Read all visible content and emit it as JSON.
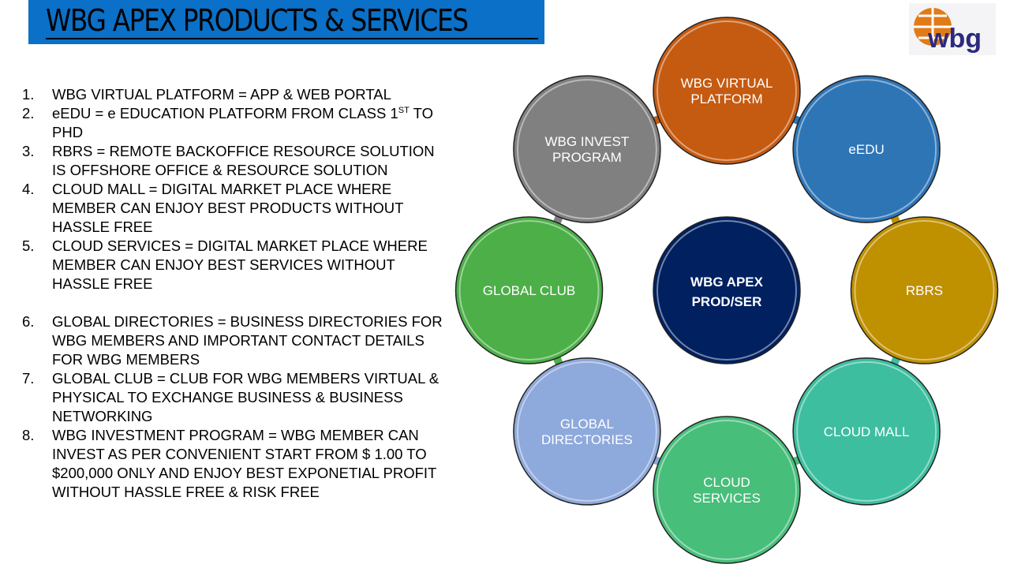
{
  "title": "WBG APEX PRODUCTS & SERVICES",
  "logo_text": "wbg",
  "list": [
    {
      "num": "1.",
      "text": "WBG VIRTUAL PLATFORM = APP & WEB PORTAL"
    },
    {
      "num": "2.",
      "text": "eEDU =  e EDUCATION PLATFORM FROM CLASS 1",
      "sup": "ST",
      "text2": " TO PHD"
    },
    {
      "num": "3.",
      "text": "RBRS = REMOTE BACKOFFICE RESOURCE SOLUTION IS OFFSHORE OFFICE & RESOURCE SOLUTION"
    },
    {
      "num": "4.",
      "text": "CLOUD MALL = DIGITAL MARKET PLACE WHERE MEMBER CAN ENJOY BEST PRODUCTS WITHOUT HASSLE FREE"
    },
    {
      "num": "5.",
      "text": "CLOUD SERVICES  = DIGITAL MARKET PLACE WHERE MEMBER CAN ENJOY BEST SERVICES WITHOUT HASSLE FREE"
    },
    {
      "num": "6.",
      "text": "GLOBAL DIRECTORIES = BUSINESS DIRECTORIES FOR WBG MEMBERS AND IMPORTANT CONTACT DETAILS FOR WBG MEMBERS"
    },
    {
      "num": "7.",
      "text": "GLOBAL CLUB = CLUB FOR WBG MEMBERS VIRTUAL & PHYSICAL TO EXCHANGE BUSINESS & BUSINESS NETWORKING"
    },
    {
      "num": "8.",
      "text": "WBG INVESTMENT PROGRAM  = WBG MEMBER CAN INVEST AS PER CONVENIENT START FROM $ 1.00 TO $200,000 ONLY AND ENJOY BEST EXPONETIAL PROFIT WITHOUT HASSLE FREE & RISK FREE"
    }
  ],
  "center": {
    "lines": [
      "WBG APEX",
      "PROD/SER"
    ],
    "color": "#002060"
  },
  "nodes": [
    {
      "lines": [
        "WBG VIRTUAL",
        "PLATFORM"
      ],
      "color": "#C55A11"
    },
    {
      "lines": [
        "eEDU"
      ],
      "color": "#2E75B6"
    },
    {
      "lines": [
        "RBRS"
      ],
      "color": "#BF9000"
    },
    {
      "lines": [
        "CLOUD MALL"
      ],
      "color": "#3DBE9F"
    },
    {
      "lines": [
        "CLOUD",
        "SERVICES"
      ],
      "color": "#47BE7A"
    },
    {
      "lines": [
        "GLOBAL",
        "DIRECTORIES"
      ],
      "color": "#8EA9DB"
    },
    {
      "lines": [
        "GLOBAL CLUB"
      ],
      "color": "#4CAF48"
    },
    {
      "lines": [
        "WBG INVEST",
        "PROGRAM"
      ],
      "color": "#808080"
    }
  ]
}
